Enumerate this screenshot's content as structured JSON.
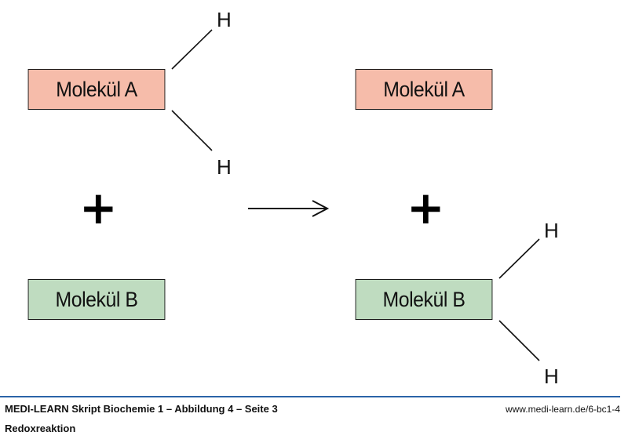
{
  "diagram": {
    "title": "Redoxreaktion",
    "reactants": {
      "molecule_a": {
        "label": "Molekül A",
        "hydrogens": [
          "H",
          "H"
        ],
        "color": "#f6bcaa"
      },
      "plus": "+",
      "molecule_b": {
        "label": "Molekül B",
        "hydrogens": [],
        "color": "#bfdcc0"
      }
    },
    "arrow": "reaction-arrow",
    "products": {
      "molecule_a": {
        "label": "Molekül A",
        "hydrogens": [],
        "color": "#f6bcaa"
      },
      "plus": "+",
      "molecule_b": {
        "label": "Molekül B",
        "hydrogens": [
          "H",
          "H"
        ],
        "color": "#bfdcc0"
      }
    }
  },
  "footer": {
    "source": "MEDI-LEARN Skript Biochemie 1 – Abbildung 4 – Seite 3",
    "caption": "Redoxreaktion",
    "url": "www.medi-learn.de/6-bc1-4",
    "rule_color": "#2b64a8"
  }
}
